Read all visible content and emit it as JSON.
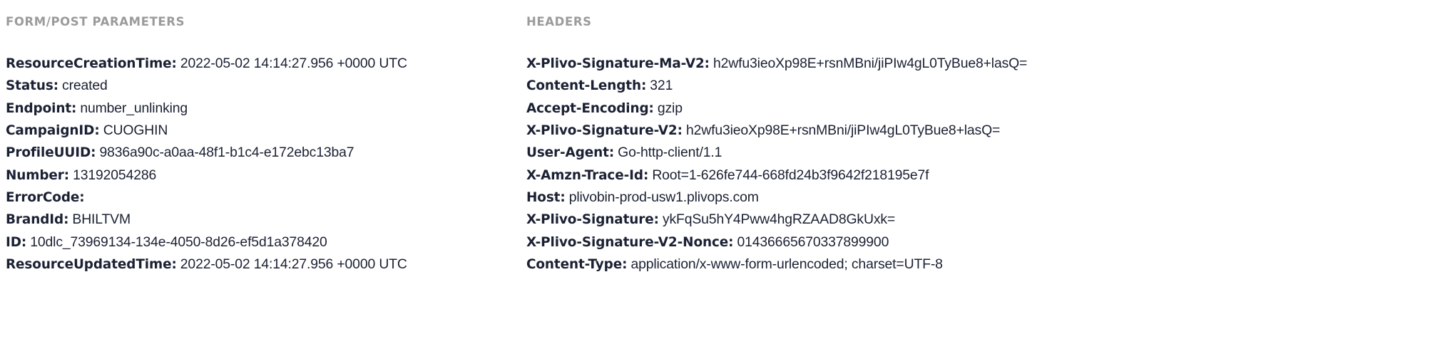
{
  "colors": {
    "background": "#ffffff",
    "heading": "#9b9b9b",
    "text": "#1b2133"
  },
  "sections": [
    {
      "heading": "FORM/POST PARAMETERS",
      "rows": [
        {
          "key": "ResourceCreationTime",
          "value": "2022-05-02 14:14:27.956 +0000 UTC"
        },
        {
          "key": "Status",
          "value": "created"
        },
        {
          "key": "Endpoint",
          "value": "number_unlinking"
        },
        {
          "key": "CampaignID",
          "value": "CUOGHIN"
        },
        {
          "key": "ProfileUUID",
          "value": "9836a90c-a0aa-48f1-b1c4-e172ebc13ba7"
        },
        {
          "key": "Number",
          "value": "13192054286"
        },
        {
          "key": "ErrorCode",
          "value": ""
        },
        {
          "key": "BrandId",
          "value": "BHILTVM"
        },
        {
          "key": "ID",
          "value": "10dlc_73969134-134e-4050-8d26-ef5d1a378420"
        },
        {
          "key": "ResourceUpdatedTime",
          "value": "2022-05-02 14:14:27.956 +0000 UTC"
        }
      ]
    },
    {
      "heading": "HEADERS",
      "rows": [
        {
          "key": "X-Plivo-Signature-Ma-V2",
          "value": "h2wfu3ieoXp98E+rsnMBni/jiPIw4gL0TyBue8+lasQ="
        },
        {
          "key": "Content-Length",
          "value": "321"
        },
        {
          "key": "Accept-Encoding",
          "value": "gzip"
        },
        {
          "key": "X-Plivo-Signature-V2",
          "value": "h2wfu3ieoXp98E+rsnMBni/jiPIw4gL0TyBue8+lasQ="
        },
        {
          "key": "User-Agent",
          "value": "Go-http-client/1.1"
        },
        {
          "key": "X-Amzn-Trace-Id",
          "value": "Root=1-626fe744-668fd24b3f9642f218195e7f"
        },
        {
          "key": "Host",
          "value": "plivobin-prod-usw1.plivops.com"
        },
        {
          "key": "X-Plivo-Signature",
          "value": "ykFqSu5hY4Pww4hgRZAAD8GkUxk="
        },
        {
          "key": "X-Plivo-Signature-V2-Nonce",
          "value": "01436665670337899900"
        },
        {
          "key": "Content-Type",
          "value": "application/x-www-form-urlencoded; charset=UTF-8"
        }
      ]
    }
  ]
}
